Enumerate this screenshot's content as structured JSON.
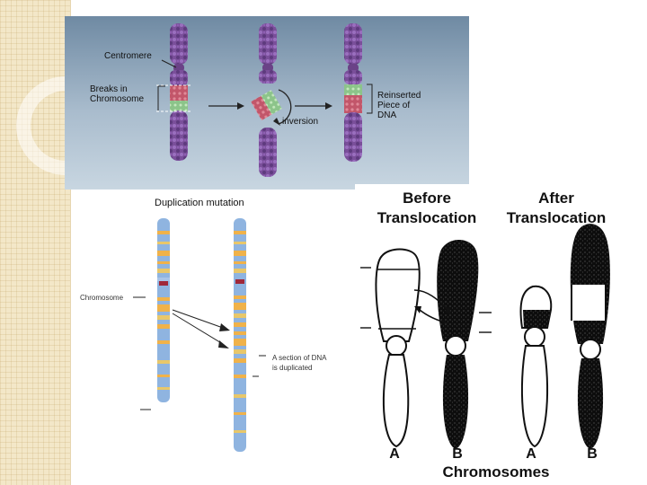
{
  "slide": {
    "inversion": {
      "centromere_label": "Centromere",
      "breaks_label": "Breaks in Chromosome",
      "breaks_line1": "Breaks in",
      "breaks_line2": "Chromosome",
      "inversion_label": "inversion",
      "reinserted_line1": "Reinserted",
      "reinserted_line2": "Piece of",
      "reinserted_line3": "DNA"
    },
    "duplication": {
      "title": "Duplication mutation",
      "chromosome_label": "Chromosome",
      "duplicated_line1": "A section of DNA",
      "duplicated_line2": "is duplicated"
    },
    "translocation": {
      "before_line1": "Before",
      "before_line2": "Translocation",
      "after_line1": "After",
      "after_line2": "Translocation",
      "label_a1": "A",
      "label_b1": "B",
      "label_a2": "A",
      "label_b2": "B",
      "axis_label": "Chromosomes"
    }
  },
  "colors": {
    "sidebar": "#f3e7c8",
    "inversion_background": "#8aa2b8",
    "chromatid": "#7a4f9a",
    "break_red": "#c2566a",
    "break_green": "#8cc48a",
    "duplication_blue": "#8fb4e0",
    "duplication_orange": "#f0b24a"
  }
}
